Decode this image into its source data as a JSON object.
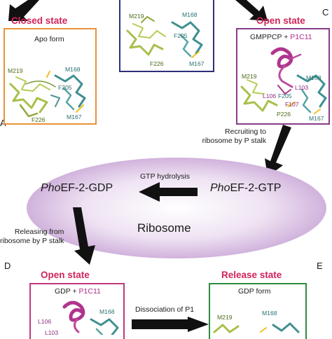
{
  "panels": {
    "A": {
      "letter": "A",
      "title": "Closed state",
      "box_label": "Apo form",
      "border_color": "#e8923a",
      "residues": [
        "M219",
        "M168",
        "F205",
        "F226",
        "M167"
      ]
    },
    "B": {
      "border_color": "#2f2f7a",
      "residues": [
        "M219",
        "M168",
        "F205",
        "F226",
        "M167"
      ]
    },
    "C": {
      "letter": "C",
      "title": "Open state",
      "box_label_prefix": "GMPPCP + ",
      "box_label_p1": "P1C11",
      "border_color": "#8a3a8a",
      "residues": [
        "M219",
        "M168",
        "L103",
        "L106",
        "F205",
        "F107",
        "P226",
        "M167"
      ]
    },
    "D": {
      "letter": "D",
      "title": "Open state",
      "box_label_prefix": "GDP + ",
      "box_label_p1": "P1C11",
      "border_color": "#c0397e",
      "residues": [
        "L106",
        "M168",
        "L103"
      ]
    },
    "E": {
      "letter": "E",
      "title": "Release state",
      "box_label": "GDP form",
      "border_color": "#2e8a3e",
      "residues": [
        "M219",
        "M168"
      ]
    }
  },
  "center": {
    "ribosome_label": "Ribosome",
    "left_label_italic": "Pho",
    "left_label_rest": "EF-2-GDP",
    "right_label_italic": "Pho",
    "right_label_rest": "EF-2-GTP",
    "arrow_label": "GTP hydrolysis",
    "ellipse_color": "#c9a6d6"
  },
  "side_labels": {
    "recruit_line1": "Recruiting to",
    "recruit_line2": "ribosome by P stalk",
    "release_line1": "Releasing from",
    "release_line2": "ribosome by P stalk",
    "dissociation": "Dissociation of P1"
  },
  "colors": {
    "title_red": "#d0245a",
    "olive": "#a8c04a",
    "teal": "#3f8f8f",
    "magenta": "#b0348c",
    "arrow": "#111111"
  }
}
